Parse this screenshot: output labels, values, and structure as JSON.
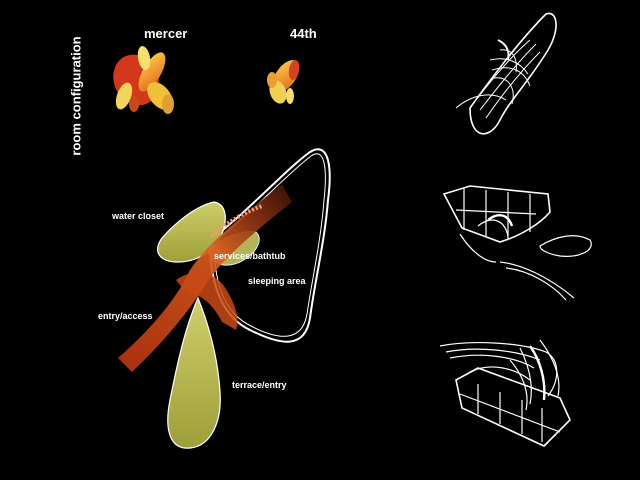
{
  "side_title": "room configuration",
  "studies": [
    {
      "label": "mercer"
    },
    {
      "label": "44th"
    }
  ],
  "plan_labels": {
    "water_closet": "water closet",
    "services_bathtub": "services/bathtub",
    "sleeping_area": "sleeping area",
    "entry_access": "entry/access",
    "terrace_entry": "terrace/entry"
  },
  "colors": {
    "background": "#000000",
    "zone_olive": "#b9b94a",
    "zone_red": "#d2471a",
    "zone_orange": "#e38a22",
    "outline": "#ffffff"
  }
}
